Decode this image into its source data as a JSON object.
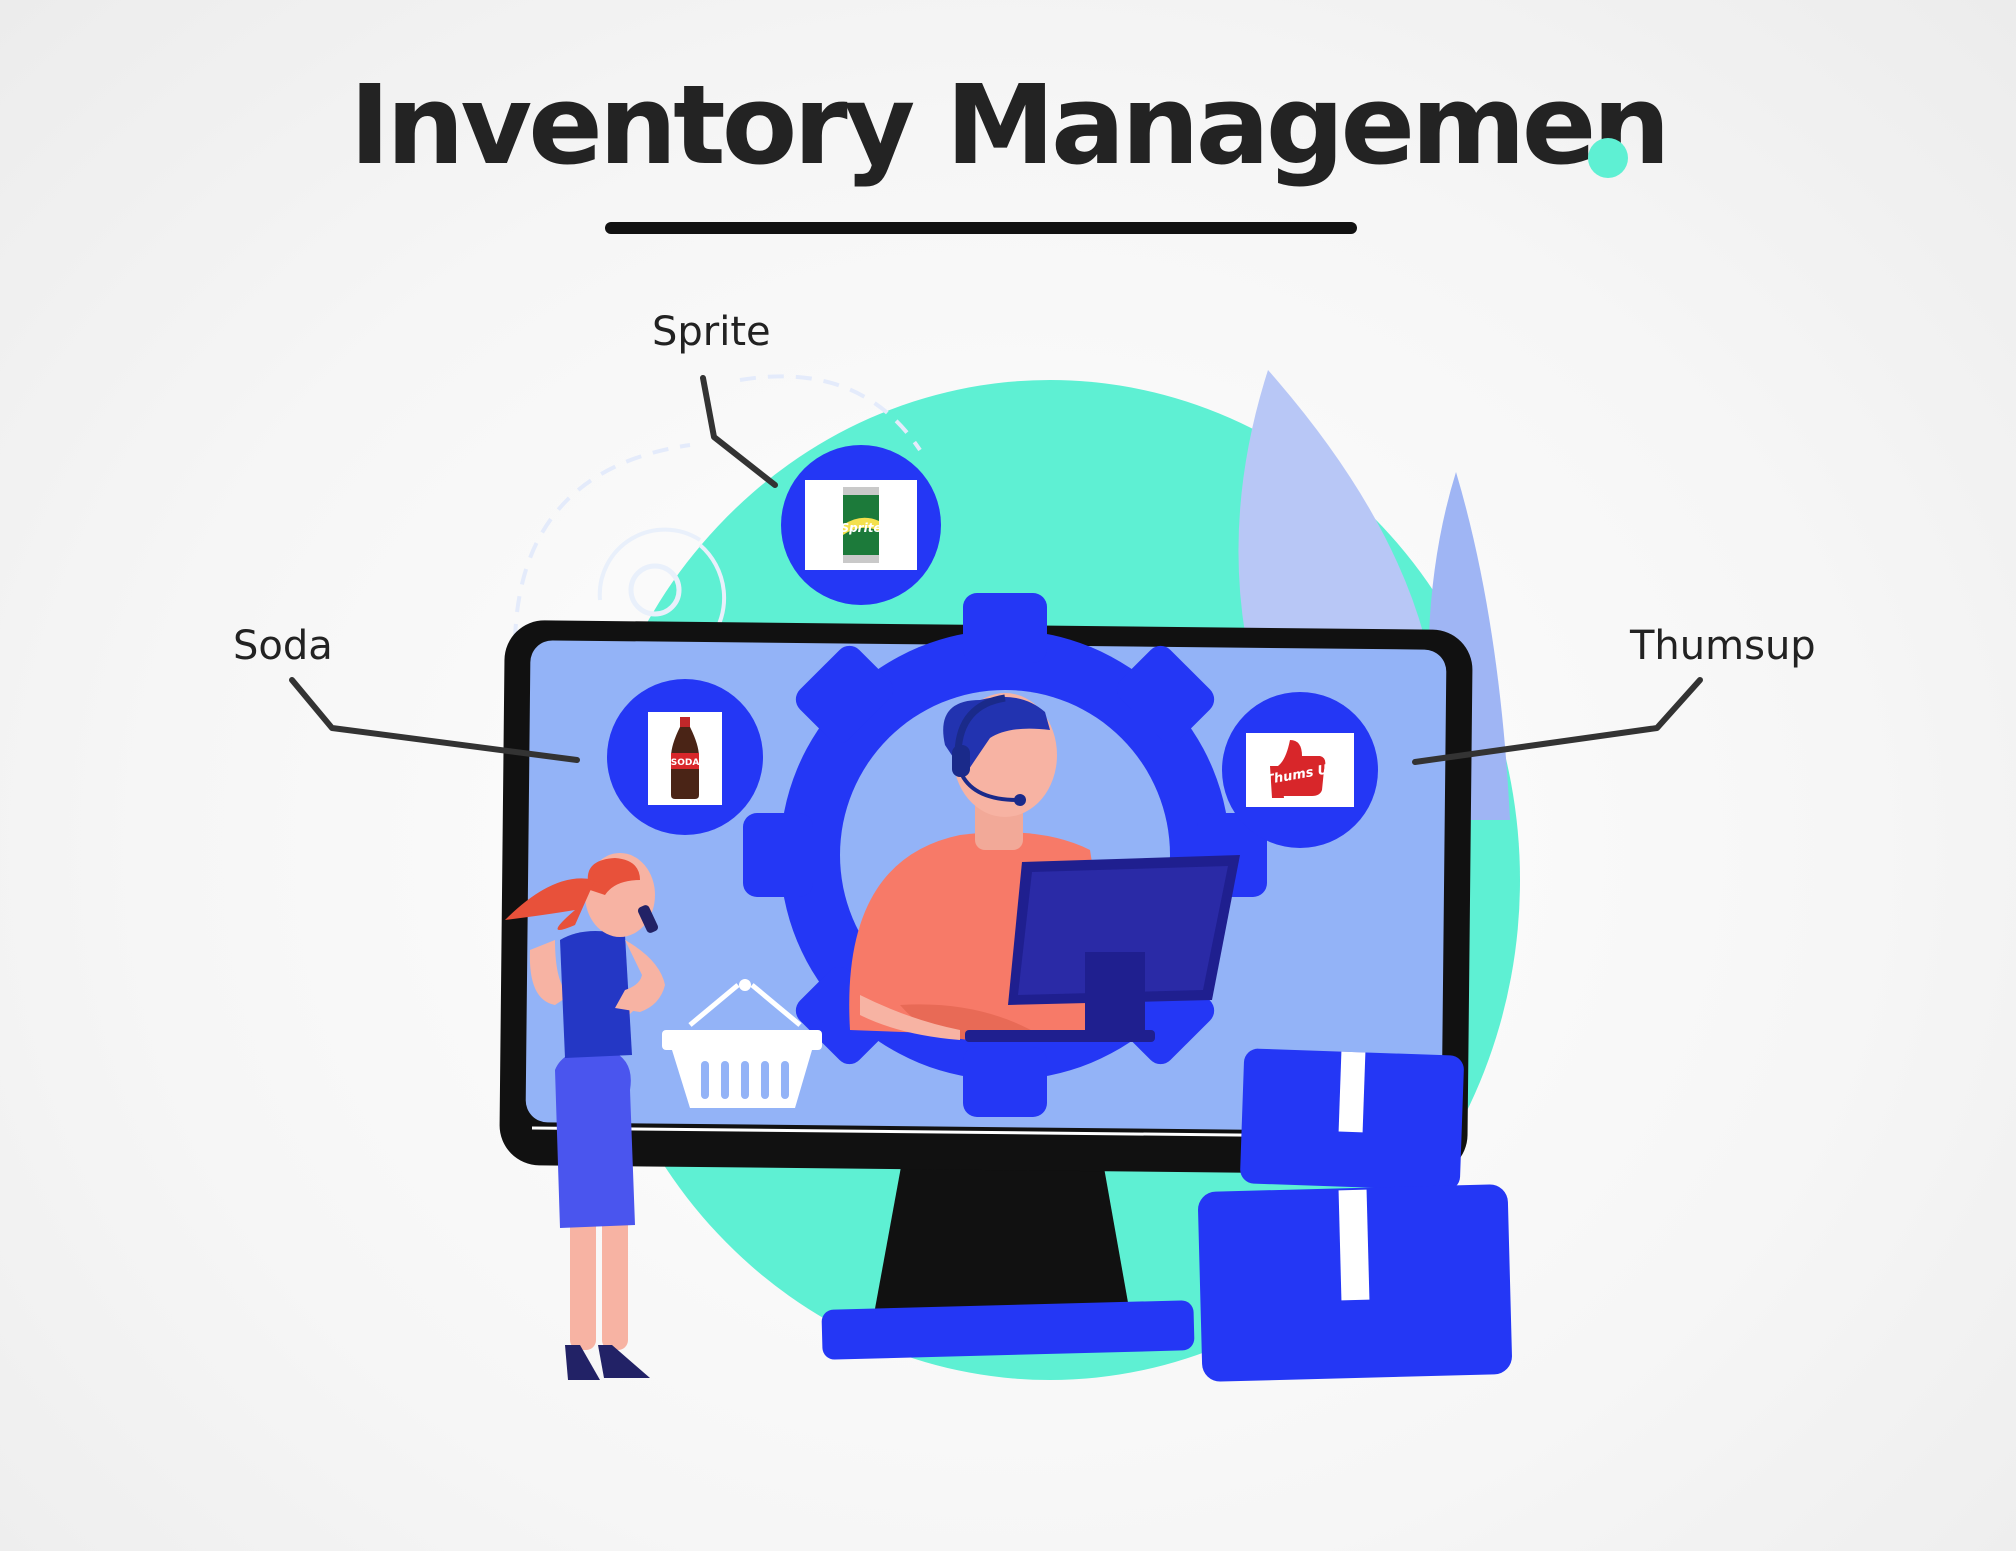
{
  "title": "Inventory Managemen",
  "colors": {
    "accent_mint": "#5ef0d3",
    "primary_blue": "#2437f5",
    "screen_blue": "#93b3f7",
    "leaf_lavender": "#b8c7f6",
    "shirt_coral": "#f77a68",
    "hair_red": "#e8513a",
    "monitor_frame": "#111111"
  },
  "callouts": [
    {
      "id": "sprite",
      "label": "Sprite",
      "icon": "sprite-can-icon",
      "product_text": "Sprite"
    },
    {
      "id": "soda",
      "label": "Soda",
      "icon": "cola-bottle-icon",
      "product_text": "SODA"
    },
    {
      "id": "thumsup",
      "label": "Thumsup",
      "icon": "thumbs-up-logo-icon",
      "product_text": "Thums Up"
    }
  ]
}
